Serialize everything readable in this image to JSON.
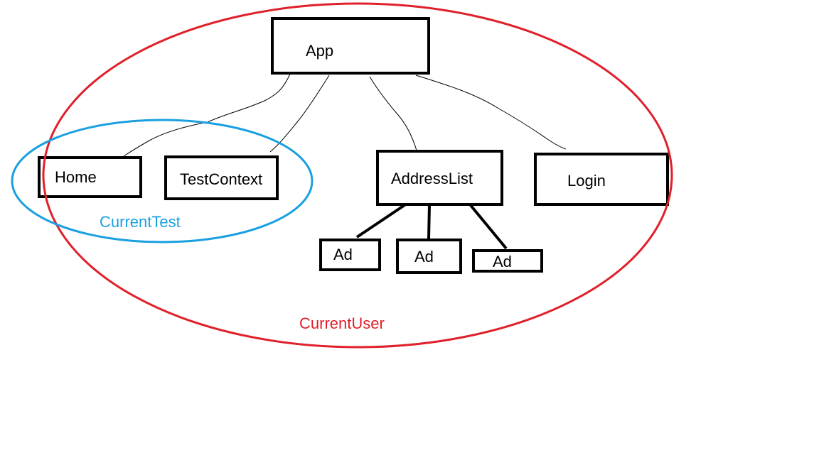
{
  "colors": {
    "current_user": "#e0202a",
    "current_test": "#1aa0e0",
    "node_stroke": "#000000"
  },
  "nodes": {
    "app": "App",
    "home": "Home",
    "test_context": "TestContext",
    "address_list": "AddressList",
    "login": "Login",
    "ad_1": "Ad",
    "ad_2": "Ad",
    "ad_3": "Ad"
  },
  "regions": {
    "current_user": "CurrentUser",
    "current_test": "CurrentTest"
  }
}
